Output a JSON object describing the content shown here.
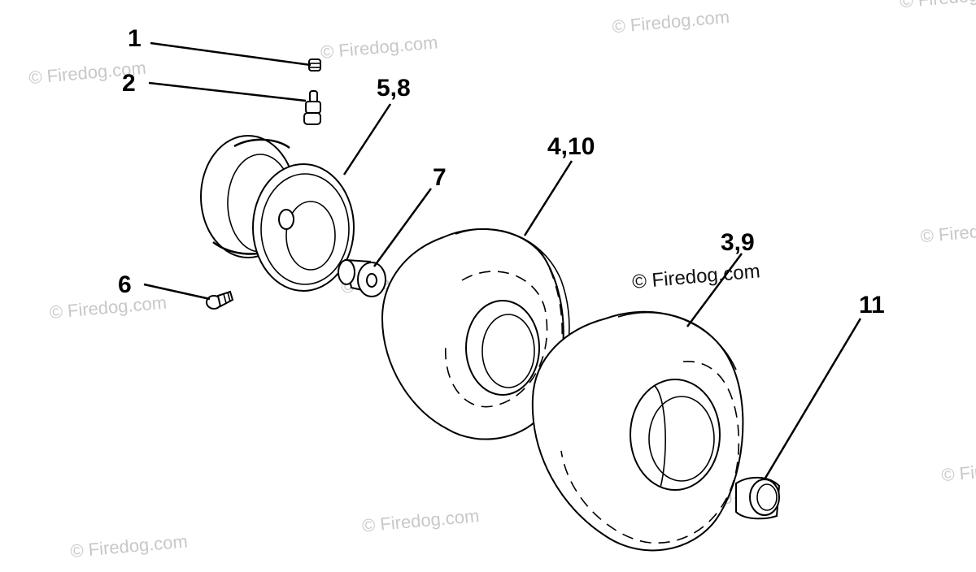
{
  "watermark": "© Firedog.com",
  "callouts": {
    "c1": "1",
    "c2": "2",
    "c58": "5,8",
    "c410": "4,10",
    "c7": "7",
    "c39": "3,9",
    "c6": "6",
    "c11": "11"
  }
}
